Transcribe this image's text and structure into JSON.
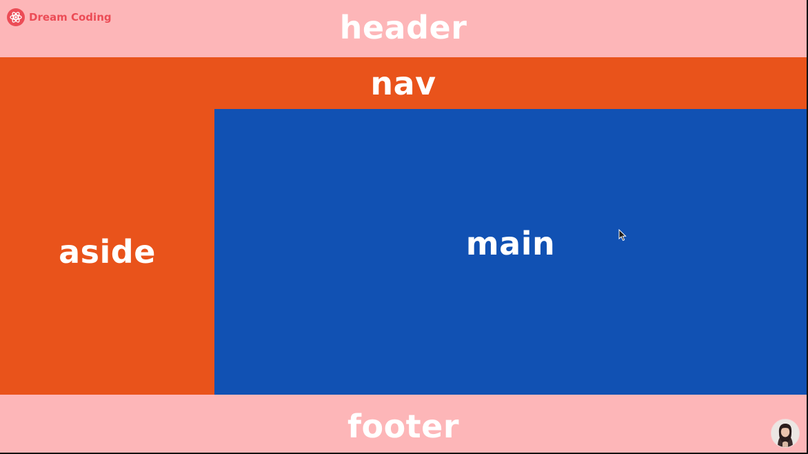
{
  "brand": {
    "name": "Dream Coding",
    "logo_icon": "atom-icon",
    "color": "#ec4c56"
  },
  "colors": {
    "header": "#fdb6b8",
    "nav": "#e9531b",
    "aside": "#e9531b",
    "main": "#1151b3",
    "footer": "#fdb6b8",
    "text": "#ffffff"
  },
  "layout_blocks": {
    "header": "header",
    "nav": "nav",
    "aside": "aside",
    "main": "main",
    "footer": "footer"
  },
  "overlay": {
    "cursor_icon": "mouse-pointer-icon",
    "presenter_icon": "presenter-avatar"
  }
}
